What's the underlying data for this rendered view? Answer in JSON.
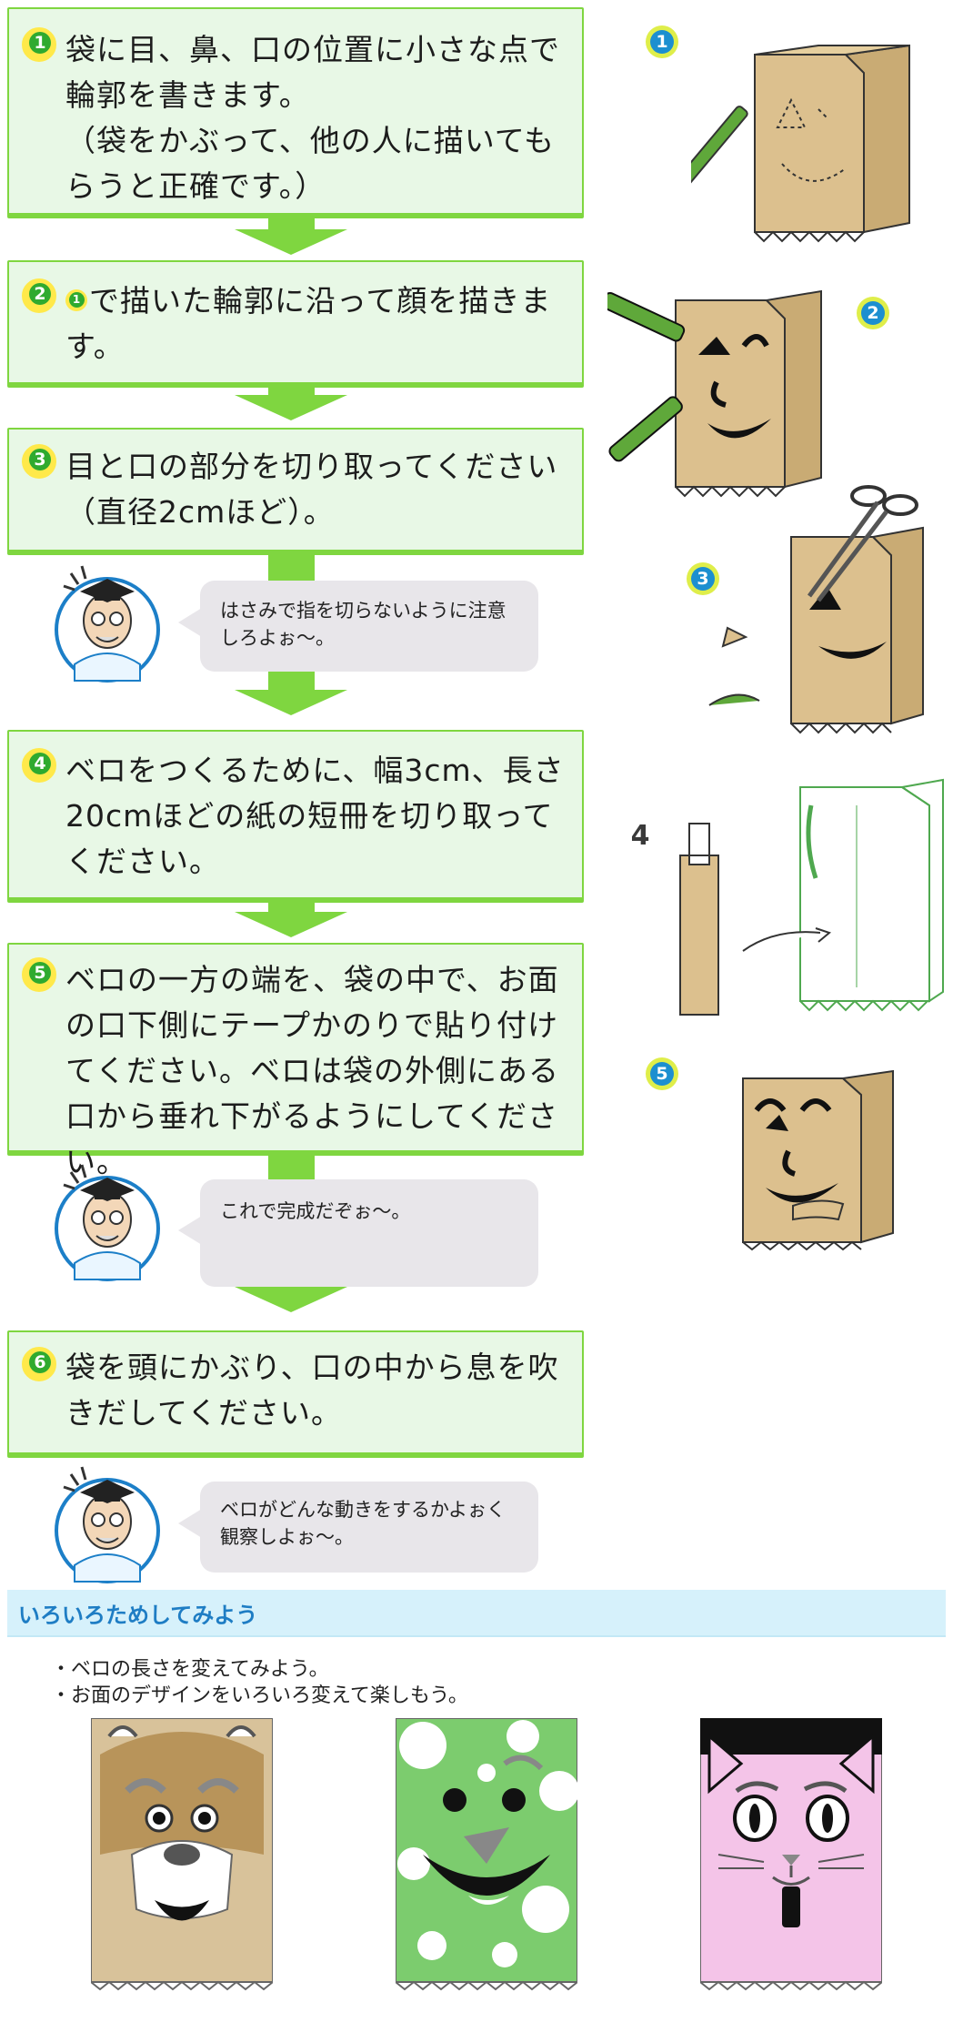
{
  "steps": [
    {
      "num": "1",
      "text": "袋に目、鼻、口の位置に小さな点で輪郭を書きます。\n（袋をかぶって、他の人に描いてもらうと正確です。）"
    },
    {
      "num": "2",
      "ref": "1",
      "text": "で描いた輪郭に沿って顔を描きます。"
    },
    {
      "num": "3",
      "text": "目と口の部分を切り取ってください\n（直径2cmほど）。"
    },
    {
      "num": "4",
      "text": "ベロをつくるために、幅3cm、長さ20cmほどの紙の短冊を切り取ってください。"
    },
    {
      "num": "5",
      "text": "ベロの一方の端を、袋の中で、お面の口下側にテープかのりで貼り付けてください。ベロは袋の外側にある口から垂れ下がるようにしてください。"
    },
    {
      "num": "6",
      "text": "袋を頭にかぶり、口の中から息を吹きだしてください。"
    }
  ],
  "bubbles": [
    {
      "text": "はさみで指を切らないように注意しろよぉ〜。"
    },
    {
      "text": "これで完成だぞぉ〜。"
    },
    {
      "text": "ベロがどんな動きをするかよぉく観察しよぉ〜。"
    }
  ],
  "figures": [
    "1",
    "2",
    "3",
    "4",
    "5"
  ],
  "section": {
    "title": "いろいろためしてみよう",
    "tips": [
      "・ベロの長さを変えてみよう。",
      "・お面のデザインをいろいろ変えて楽しもう。"
    ]
  },
  "colors": {
    "step_fill": "#e8f8e6",
    "step_border": "#7fd640",
    "bag": "#dcc08e",
    "section_text": "#1e7dc4"
  }
}
